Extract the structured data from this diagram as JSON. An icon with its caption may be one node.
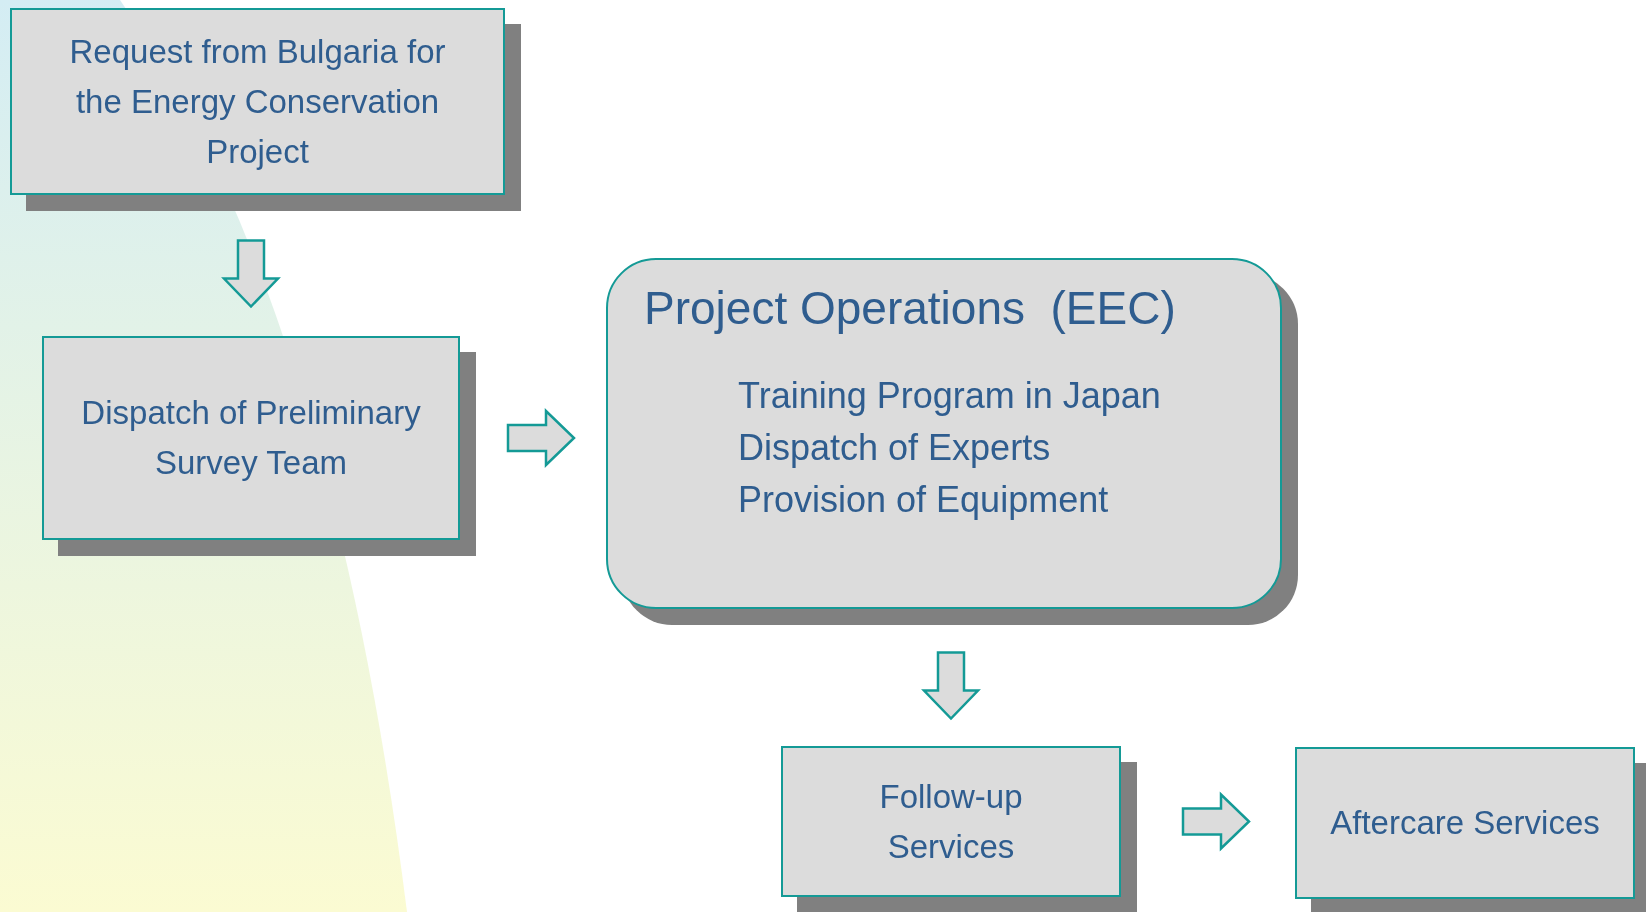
{
  "diagram": {
    "nodes": [
      {
        "text": [
          "Request from Bulgaria for the Energy Conservation Project"
        ]
      },
      {
        "text": [
          "Dispatch of Preliminary Survey Team"
        ]
      },
      {
        "text": [
          "Project Operations  (EEC)",
          "Training Program in Japan",
          "Dispatch of Experts",
          "Provision of Equipment"
        ]
      },
      {
        "text": [
          "Follow-up Services"
        ]
      },
      {
        "text": [
          "Aftercare Services"
        ]
      }
    ],
    "edges": [
      {
        "from": 0,
        "to": 1,
        "arrow": "to"
      },
      {
        "from": 1,
        "to": 2,
        "arrow": "to"
      },
      {
        "from": 2,
        "to": 3,
        "arrow": "to"
      },
      {
        "from": 3,
        "to": 4,
        "arrow": "to"
      }
    ]
  }
}
